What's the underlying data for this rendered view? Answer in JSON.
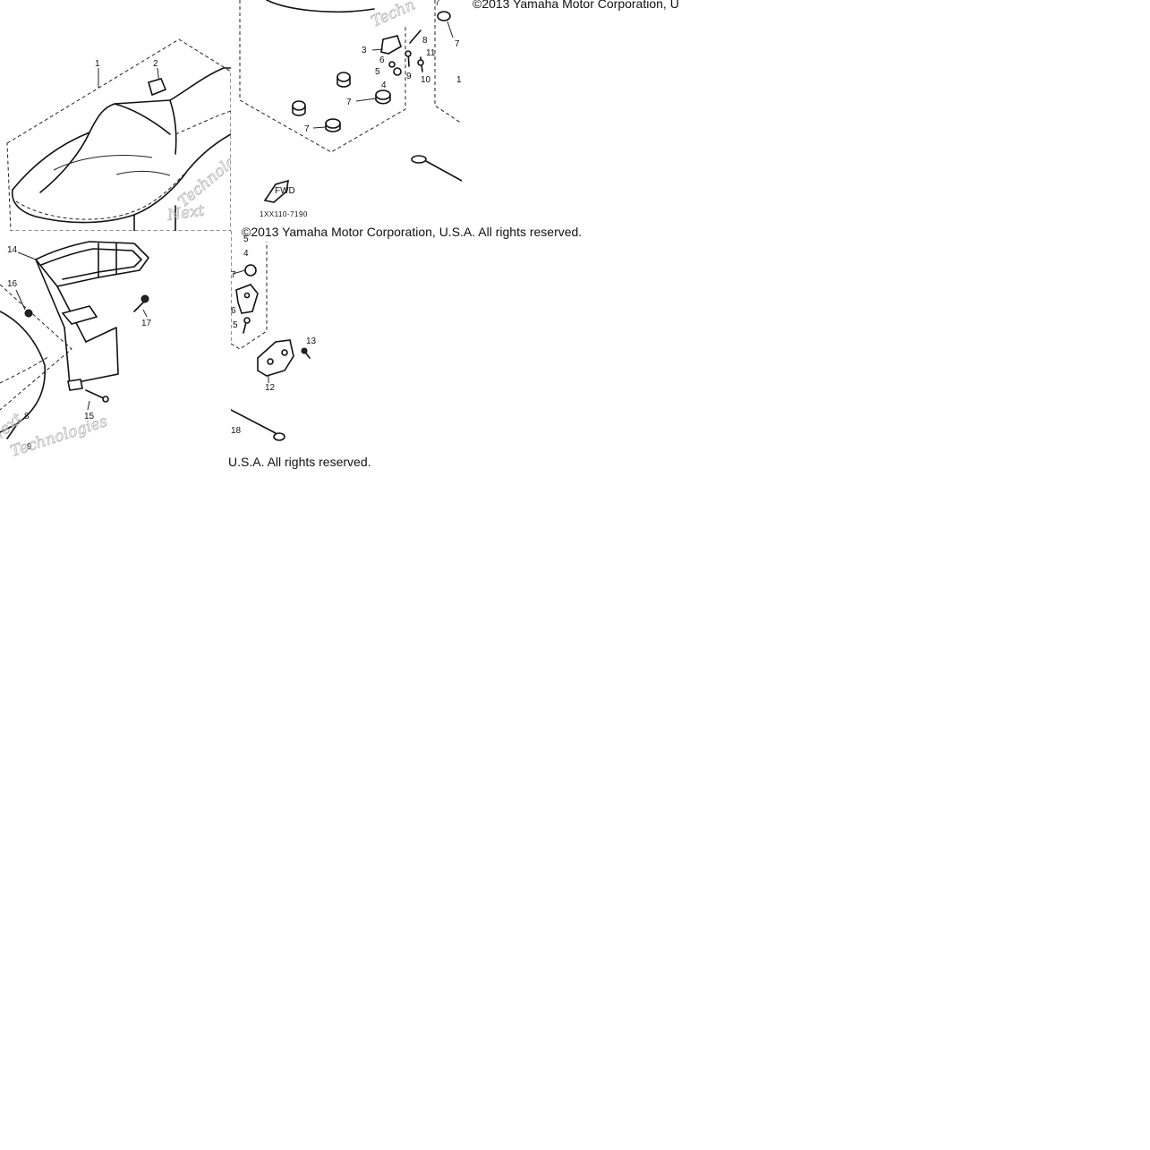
{
  "copyright_top": "©2013 Yamaha Motor Corporation, U",
  "copyright_mid": "©2013 Yamaha Motor Corporation, U.S.A. All rights reserved.",
  "copyright_bottom": "U.S.A. All rights reserved.",
  "diagram_code": "1XX110-7190",
  "fwd_label": "FWD",
  "watermark_words": [
    "Next",
    "Technologies",
    "Techn"
  ],
  "callouts_seat": [
    "1",
    "2"
  ],
  "callouts_hinge": [
    "3",
    "4",
    "5",
    "6",
    "7",
    "7",
    "7",
    "7",
    "8",
    "9",
    "10",
    "11",
    "1"
  ],
  "callouts_rack": [
    "14",
    "15",
    "16",
    "17",
    "9",
    "8"
  ],
  "callouts_latch": [
    "5",
    "4",
    "6",
    "5",
    "7",
    "12",
    "13",
    "18"
  ]
}
